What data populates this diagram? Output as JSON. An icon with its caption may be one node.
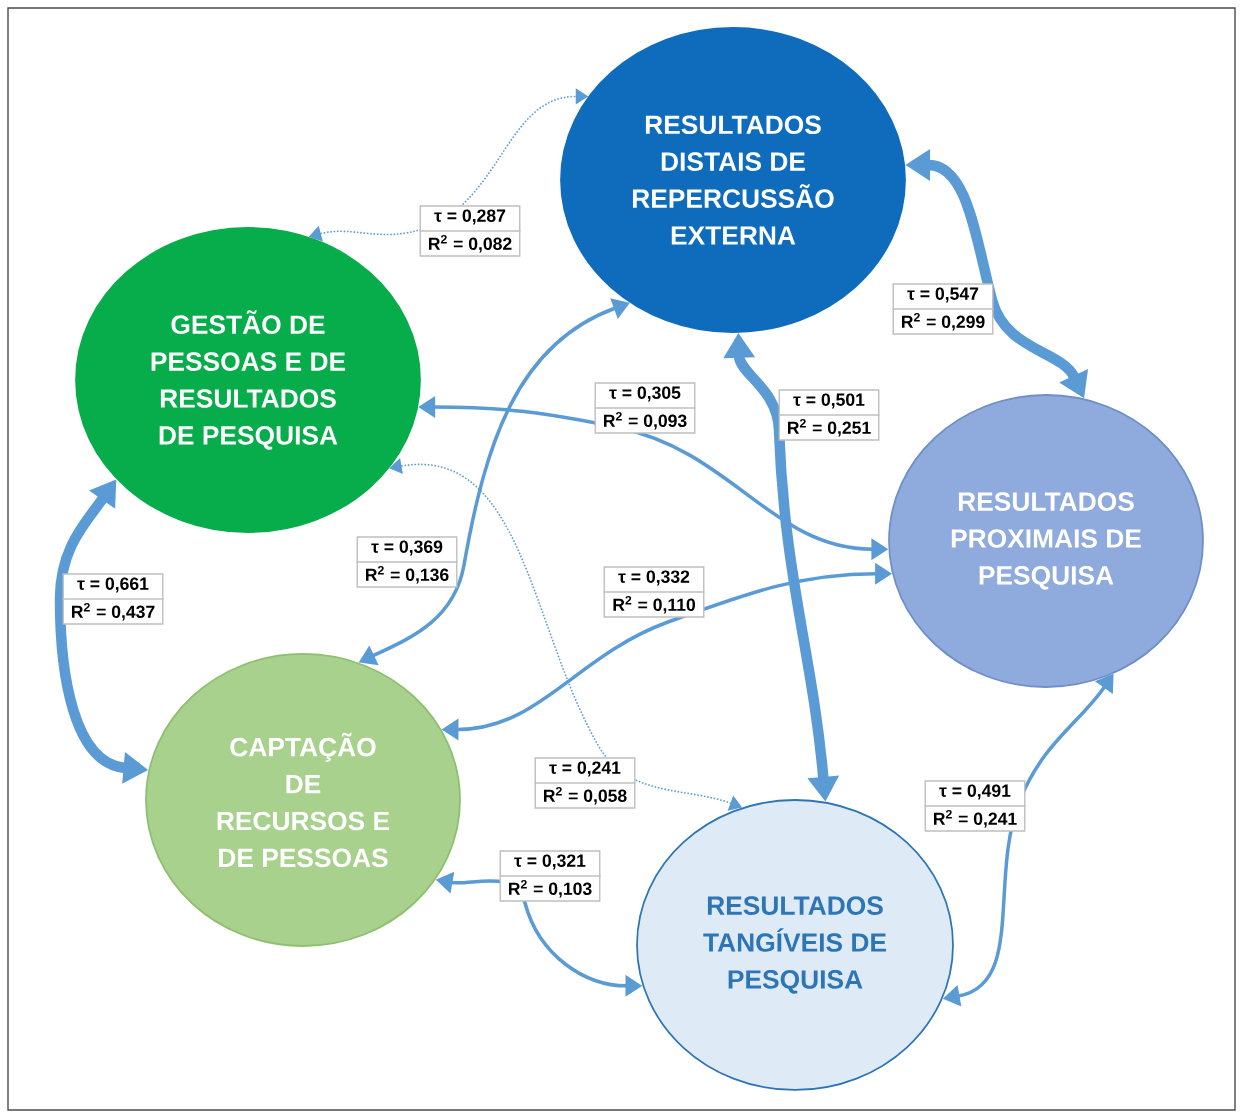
{
  "diagram": {
    "nodes": [
      {
        "text": [
          "RESULTADOS DISTAIS DE REPERCUSSÃO EXTERNA"
        ]
      },
      {
        "text": [
          "GESTÃO DE PESSOAS E DE RESULTADOS DE PESQUISA"
        ]
      },
      {
        "text": [
          "RESULTADOS PROXIMAIS DE PESQUISA"
        ]
      },
      {
        "text": [
          "CAPTAÇÃO DE RECURSOS E DE PESSOAS"
        ]
      },
      {
        "text": [
          "RESULTADOS TANGÍVEIS DE PESQUISA"
        ]
      }
    ],
    "edges": [
      {
        "from": 1,
        "to": 0,
        "arrow": "both",
        "style": "dashed",
        "label": "τ = 0,287 R$^{2}$ = 0,082"
      },
      {
        "from": 0,
        "to": 2,
        "arrow": "both",
        "style": "thick",
        "label": "τ = 0,547 R$^{2}$ = 0,299"
      },
      {
        "from": 1,
        "to": 2,
        "arrow": "both",
        "label": "τ = 0,305 R$^{2}$ = 0,093"
      },
      {
        "from": 0,
        "to": 4,
        "arrow": "both",
        "style": "thick",
        "label": "τ = 0,501 R$^{2}$ = 0,251"
      },
      {
        "from": 1,
        "to": 3,
        "arrow": "both",
        "style": "thick",
        "label": "τ = 0,661 R$^{2}$ = 0,437"
      },
      {
        "from": 0,
        "to": 3,
        "arrow": "both",
        "label": "τ = 0,369 R$^{2}$ = 0,136"
      },
      {
        "from": 2,
        "to": 3,
        "arrow": "both",
        "label": "τ = 0,332 R$^{2}$ = 0,110"
      },
      {
        "from": 1,
        "to": 4,
        "arrow": "both",
        "style": "dashed",
        "label": "τ = 0,241 R$^{2}$ = 0,058"
      },
      {
        "from": 3,
        "to": 4,
        "arrow": "both",
        "label": "τ = 0,321 R$^{2}$ = 0,103"
      },
      {
        "from": 2,
        "to": 4,
        "arrow": "both",
        "label": "τ = 0,491 R$^{2}$ = 0,241"
      }
    ]
  }
}
